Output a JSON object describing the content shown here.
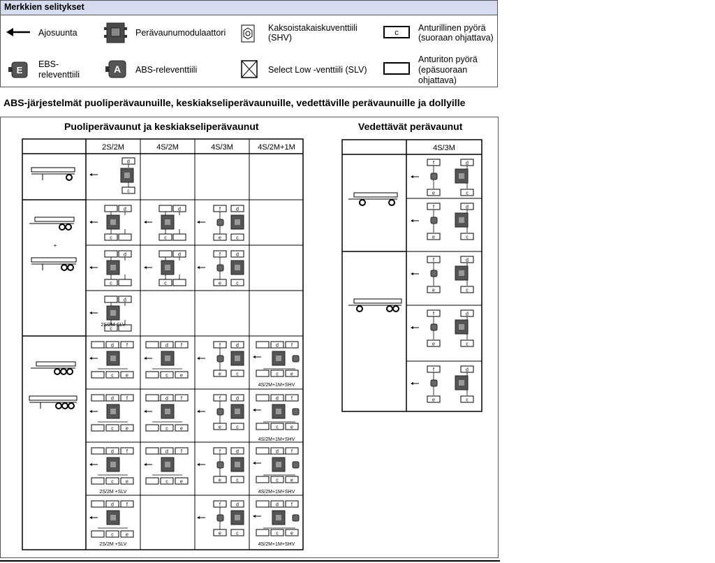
{
  "legend": {
    "title": "Merkkien selitykset",
    "items": {
      "direction": "Ajosuunta",
      "modulator": "Perävaunumodulaattori",
      "shv_line1": "Kaksoistakaiskuventtiili",
      "shv_line2": "(SHV)",
      "sensed_line1": "Anturillinen pyörä",
      "sensed_line2": "(suoraan ohjattava)",
      "sensed_symbol": "c",
      "ebs_line1": "EBS-",
      "ebs_line2": "releventtiili",
      "ebs_symbol": "E",
      "abs": "ABS-releventtiili",
      "abs_symbol": "A",
      "slv": "Select Low -venttiili (SLV)",
      "unsensed_line1": "Anturiton pyörä",
      "unsensed_line2": "(epäsuoraan",
      "unsensed_line3": "ohjattava)"
    }
  },
  "section_title": "ABS-järjestelmät puoliperävaunuille, keskiakseliperävaunuille, vedettäville perävaunuille ja dollyille",
  "left_group": {
    "title": "Puoliperävaunut ja keskiakseliperävaunut",
    "columns": [
      "2S/2M",
      "4S/2M",
      "4S/3M",
      "4S/2M+1M"
    ]
  },
  "right_group": {
    "title": "Vedettävät perävaunut",
    "columns": [
      "4S/3M"
    ]
  },
  "captions": {
    "slv": "2S/2M-SLV",
    "slv_b": "2S/2M +SLV",
    "shv": "4S/2M+1M+SHV"
  },
  "colors": {
    "legend_header": "#d6dcef",
    "module": "#555555",
    "frame": "#555555"
  }
}
